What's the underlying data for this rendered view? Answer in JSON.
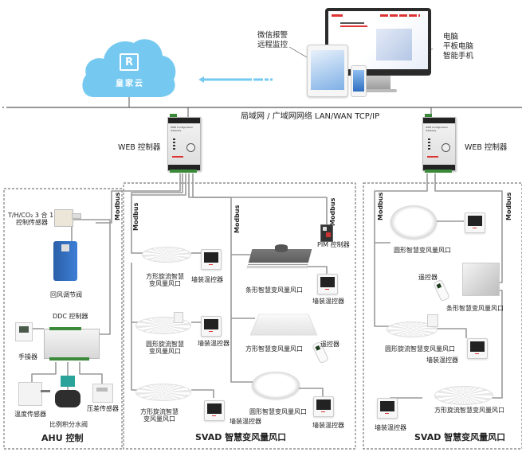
{
  "cloud": {
    "logo_icon": "rs-crown-logo-icon",
    "label": "皇家云",
    "color": "#75c9f1"
  },
  "clients": {
    "left_label_line1": "微信报警",
    "left_label_line2": "远程监控",
    "right_label_line1": "电脑",
    "right_label_line2": "平板电脑",
    "right_label_line3": "智能手机",
    "arrow_color": "#75c9f1"
  },
  "network": {
    "label": "局域网 / 广域网网络 LAN/WAN TCP/IP"
  },
  "gateways": [
    {
      "label": "WEB 控制器",
      "device_title": "WEB Configuration Gateway"
    },
    {
      "label": "WEB 控制器",
      "device_title": "WEB Configuration Gateway"
    }
  ],
  "bus_label": "Modbus",
  "ahu": {
    "title": "AHU 控制",
    "sensor_3in1_line1": "T/H/CO₂ 3 合 1",
    "sensor_3in1_line2": "控制传感器",
    "damper": "回风调节阀",
    "ddc": "DDC 控制器",
    "handheld": "手操器",
    "temp_sensor": "温度传感器",
    "pressure_sensor": "压差传感器",
    "valve": "比例积分水阀"
  },
  "svad_middle": {
    "title": "SVAD 智慧变风量风口",
    "square_swirl_1_line1": "方形旋流智慧",
    "square_swirl_1_line2": "变风量风口",
    "round_swirl_line1": "圆形旋流智慧",
    "round_swirl_line2": "变风量风口",
    "square_swirl_2_line1": "方形旋流智慧",
    "square_swirl_2_line2": "变风量风口",
    "thermostat": "墙装温控器",
    "pim": "PIM 控制器",
    "linear_vent": "条形智慧变风量风口",
    "square_vent": "方形智慧变风量风口",
    "remote": "遥控器",
    "round_vent": "圆形智慧变风量风口"
  },
  "svad_right": {
    "title": "SVAD 智慧变风量风口",
    "round_vent": "圆形智慧变风量风口",
    "remote": "遥控器",
    "linear_vent": "条形智慧变风量风口",
    "round_swirl": "圆形旋流智慧变风量风口",
    "thermostat": "墙装温控器",
    "square_swirl": "方形旋流智慧变风量风口"
  }
}
